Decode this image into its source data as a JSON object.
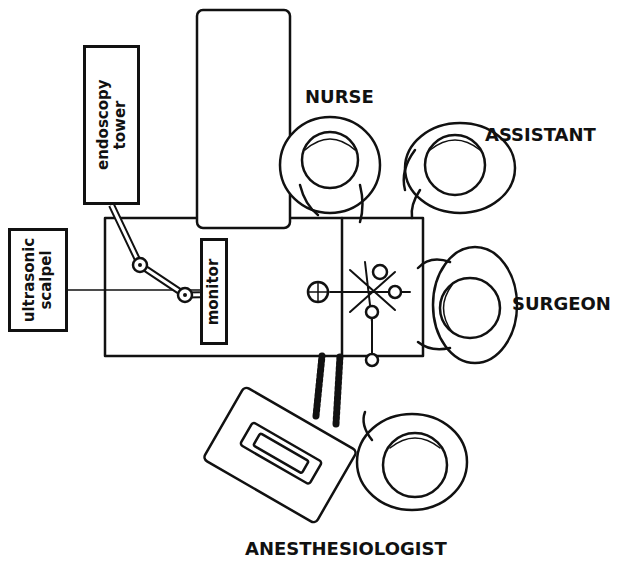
{
  "diagram": {
    "nodes": [
      {
        "text": [
          "endoscopy tower"
        ]
      },
      {
        "text": [
          "ultrasonic scalpel"
        ]
      },
      {
        "text": [
          "monitor"
        ]
      }
    ],
    "edges": [
      {
        "from": 0,
        "to": 2,
        "arrow": "none"
      }
    ],
    "labels": [
      "NURSE",
      "ASSISTANT",
      "SURGEON",
      "ANESTHESIOLOGIST"
    ]
  }
}
